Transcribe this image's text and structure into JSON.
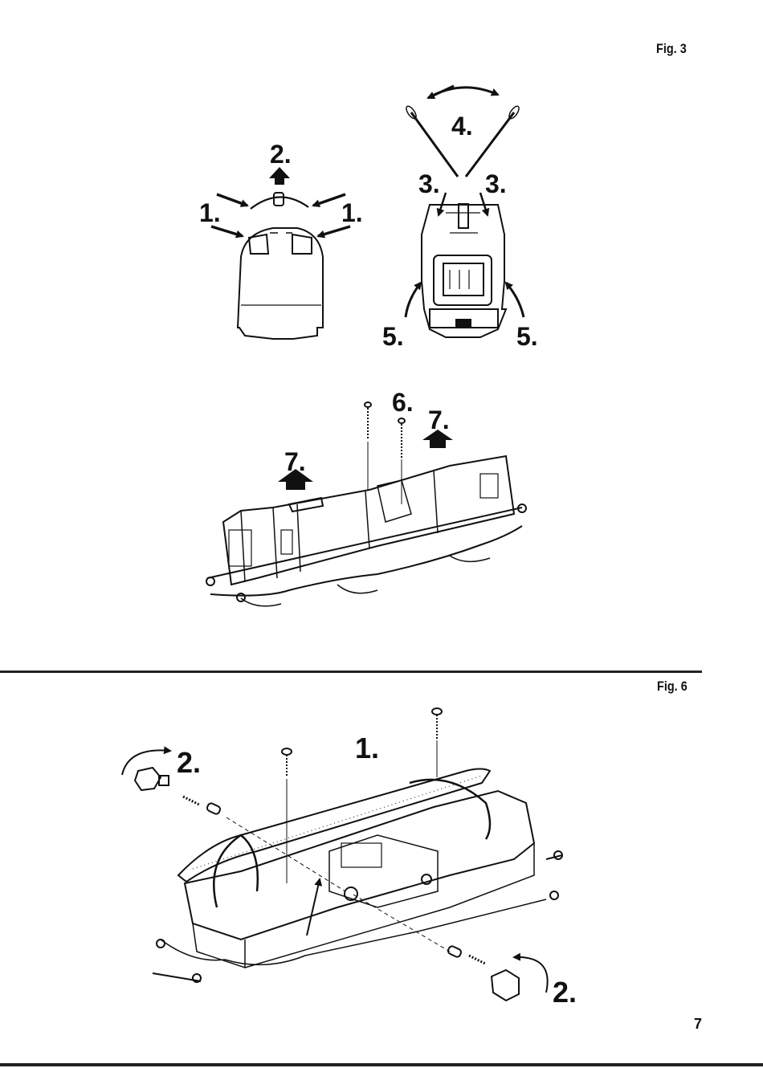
{
  "figures": {
    "fig3": {
      "label": "Fig. 3",
      "steps": {
        "s1_left": "1.",
        "s1_right": "1.",
        "s2": "2.",
        "s3_left": "3.",
        "s3_right": "3.",
        "s4": "4.",
        "s5_left": "5.",
        "s5_right": "5.",
        "s6": "6.",
        "s7_left": "7.",
        "s7_right": "7."
      }
    },
    "fig6": {
      "label": "Fig. 6",
      "steps": {
        "s1": "1.",
        "s2_left": "2.",
        "s2_right": "2."
      }
    }
  },
  "page_number": "7"
}
